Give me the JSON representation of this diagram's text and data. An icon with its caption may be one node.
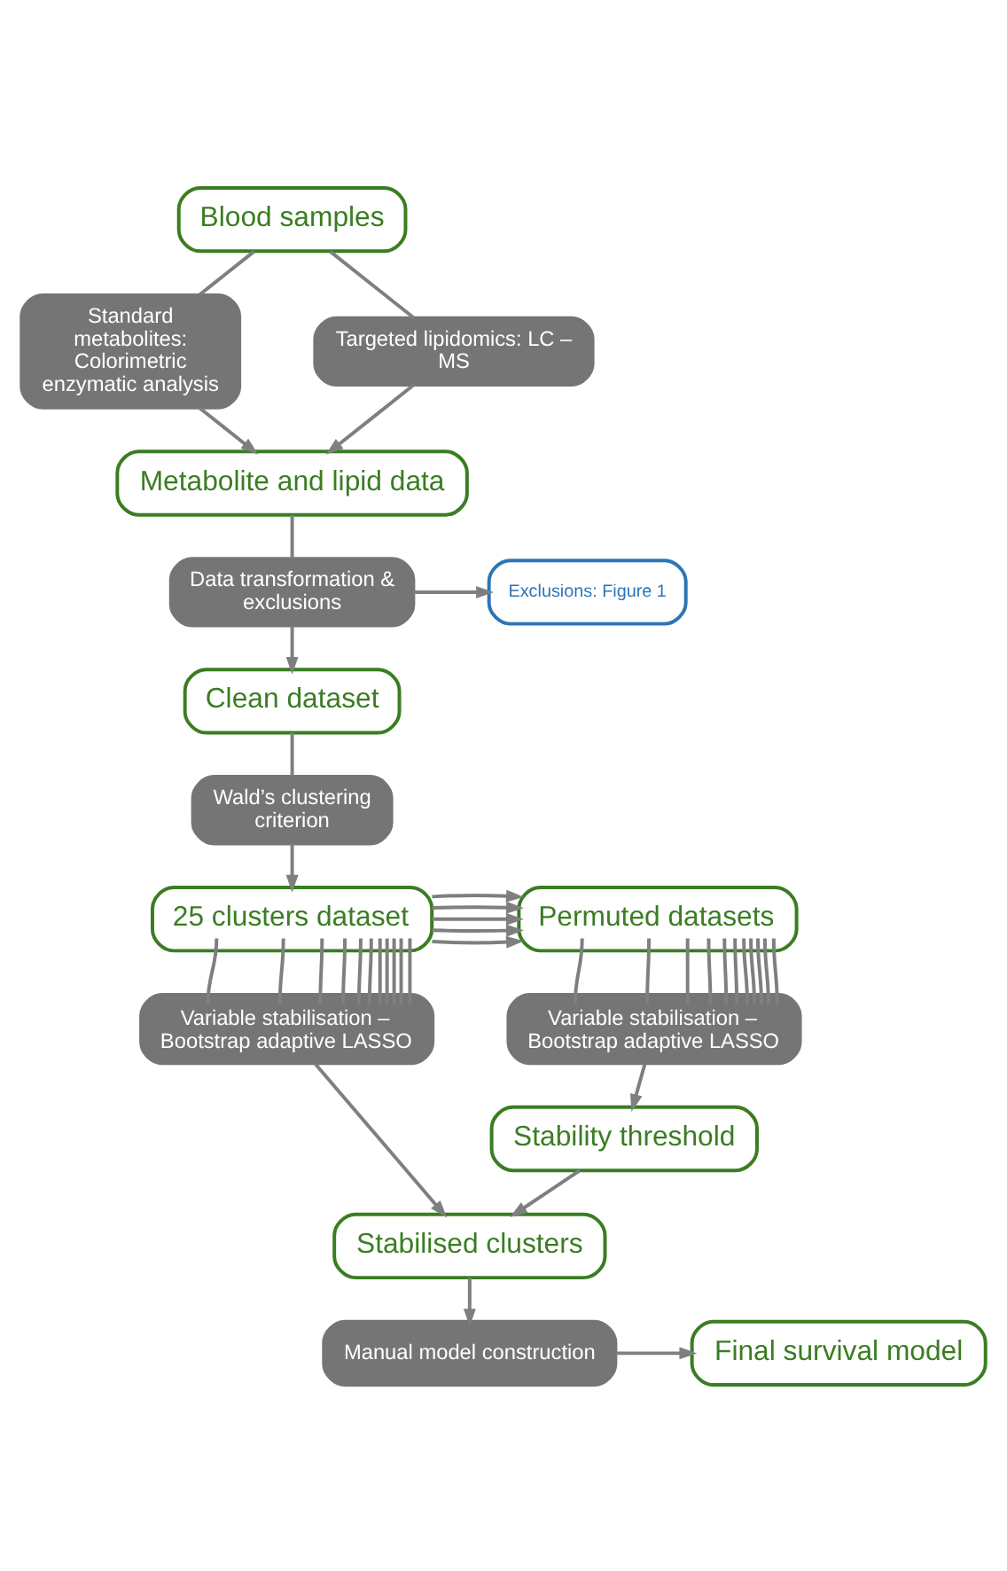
{
  "diagram": {
    "nodes": [
      {
        "text": [
          "Blood samples"
        ]
      },
      {
        "text": [
          "Standard metabolites: Colorimetric enzymatic analysis"
        ]
      },
      {
        "text": [
          "Targeted lipidomics: LC – MS"
        ]
      },
      {
        "text": [
          "Metabolite and lipid data"
        ]
      },
      {
        "text": [
          "Data transformation & exclusions"
        ]
      },
      {
        "text": [
          "Exclusions: Figure 1"
        ]
      },
      {
        "text": [
          "Clean dataset"
        ]
      },
      {
        "text": [
          "Wald’s clustering criterion"
        ]
      },
      {
        "text": [
          "25 clusters dataset"
        ]
      },
      {
        "text": [
          "Permuted datasets"
        ]
      },
      {
        "text": [
          "Variable stabilisation – Bootstrap adaptive LASSO"
        ]
      },
      {
        "text": [
          "Variable stabilisation – Bootstrap adaptive LASSO"
        ]
      },
      {
        "text": [
          "Stability threshold"
        ]
      },
      {
        "text": [
          "Stabilised clusters"
        ]
      },
      {
        "text": [
          "Manual model construction"
        ]
      },
      {
        "text": [
          "Final survival model"
        ]
      }
    ],
    "edges": [
      {
        "from": 0,
        "to": 1,
        "arrow": "none"
      },
      {
        "from": 0,
        "to": 2,
        "arrow": "none"
      },
      {
        "from": 1,
        "to": 3,
        "arrow": "to"
      },
      {
        "from": 2,
        "to": 3,
        "arrow": "to"
      },
      {
        "from": 3,
        "to": 4,
        "arrow": "none"
      },
      {
        "from": 4,
        "to": 5,
        "arrow": "to"
      },
      {
        "from": 4,
        "to": 6,
        "arrow": "to"
      },
      {
        "from": 6,
        "to": 7,
        "arrow": "none"
      },
      {
        "from": 7,
        "to": 8,
        "arrow": "to"
      },
      {
        "from": 8,
        "to": 9,
        "arrow": "to"
      },
      {
        "from": 8,
        "to": 9,
        "arrow": "to"
      },
      {
        "from": 8,
        "to": 9,
        "arrow": "to"
      },
      {
        "from": 8,
        "to": 9,
        "arrow": "to"
      },
      {
        "from": 8,
        "to": 9,
        "arrow": "to"
      },
      {
        "from": 8,
        "to": 10,
        "arrow": "none"
      },
      {
        "from": 8,
        "to": 10,
        "arrow": "none"
      },
      {
        "from": 8,
        "to": 10,
        "arrow": "none"
      },
      {
        "from": 8,
        "to": 10,
        "arrow": "none"
      },
      {
        "from": 8,
        "to": 10,
        "arrow": "none"
      },
      {
        "from": 8,
        "to": 10,
        "arrow": "none"
      },
      {
        "from": 8,
        "to": 10,
        "arrow": "none"
      },
      {
        "from": 8,
        "to": 10,
        "arrow": "none"
      },
      {
        "from": 8,
        "to": 10,
        "arrow": "none"
      },
      {
        "from": 8,
        "to": 10,
        "arrow": "none"
      },
      {
        "from": 8,
        "to": 10,
        "arrow": "none"
      },
      {
        "from": 9,
        "to": 11,
        "arrow": "none"
      },
      {
        "from": 9,
        "to": 11,
        "arrow": "none"
      },
      {
        "from": 9,
        "to": 11,
        "arrow": "none"
      },
      {
        "from": 9,
        "to": 11,
        "arrow": "none"
      },
      {
        "from": 9,
        "to": 11,
        "arrow": "none"
      },
      {
        "from": 9,
        "to": 11,
        "arrow": "none"
      },
      {
        "from": 9,
        "to": 11,
        "arrow": "none"
      },
      {
        "from": 9,
        "to": 11,
        "arrow": "none"
      },
      {
        "from": 9,
        "to": 11,
        "arrow": "none"
      },
      {
        "from": 9,
        "to": 11,
        "arrow": "none"
      },
      {
        "from": 9,
        "to": 11,
        "arrow": "none"
      },
      {
        "from": 11,
        "to": 12,
        "arrow": "to"
      },
      {
        "from": 10,
        "to": 13,
        "arrow": "to"
      },
      {
        "from": 12,
        "to": 13,
        "arrow": "to"
      },
      {
        "from": 13,
        "to": 14,
        "arrow": "to"
      },
      {
        "from": 14,
        "to": 15,
        "arrow": "to"
      }
    ]
  }
}
